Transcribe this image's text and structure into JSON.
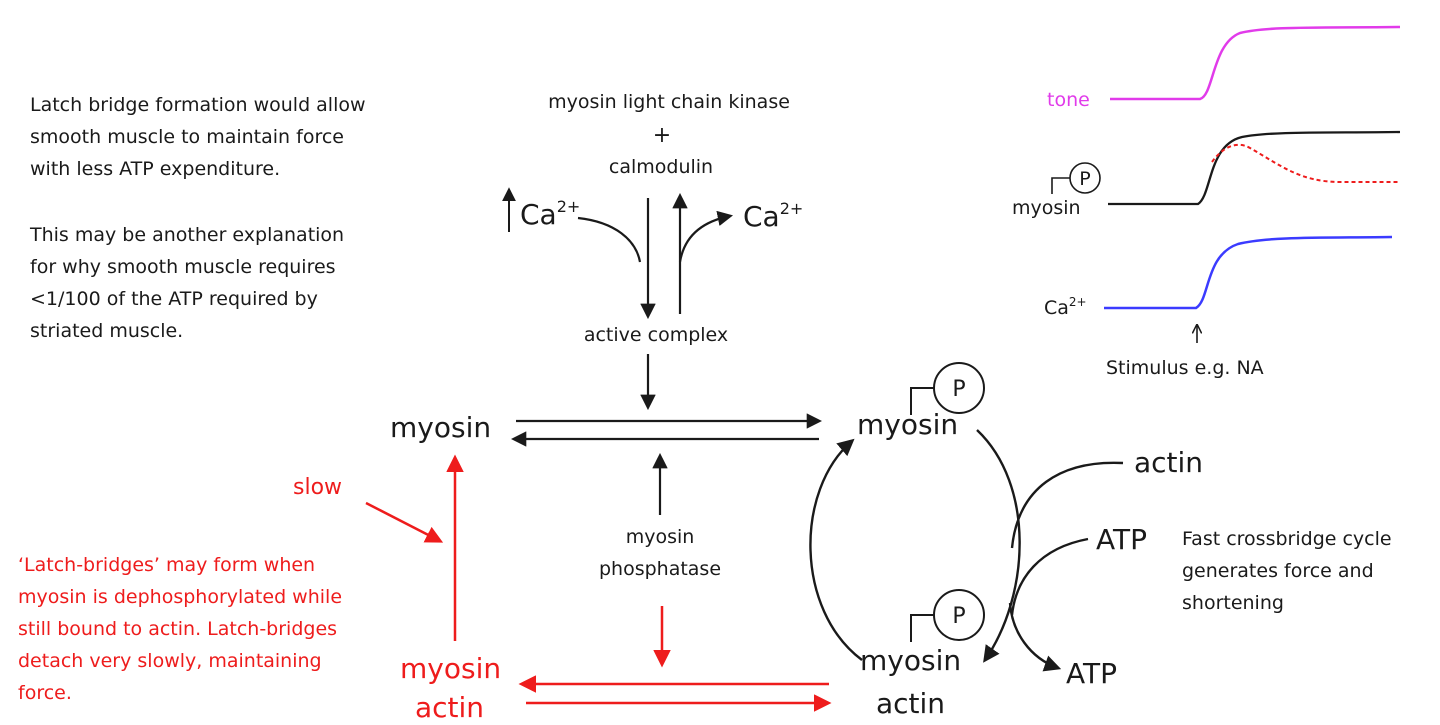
{
  "notes": {
    "latch_1": [
      "Latch bridge formation would allow",
      "smooth muscle to maintain force",
      "with less ATP expenditure."
    ],
    "latch_2": [
      "This may be another explanation",
      "for why smooth muscle requires",
      "<1/100 of the ATP required by",
      "striated muscle."
    ],
    "latch_bridges_red": [
      "‘Latch-bridges’ may form when",
      "myosin is dephosphorylated while",
      "still bound to actin. Latch-bridges",
      "detach very slowly, maintaining",
      "force."
    ],
    "fast_cycle": [
      "Fast crossbridge cycle",
      "generates force and",
      "shortening"
    ]
  },
  "center": {
    "mlck": "myosin light chain kinase",
    "plus": "+",
    "calmodulin": "calmodulin",
    "ca_in": "Ca",
    "ca_out": "Ca",
    "ca_sup": "2+",
    "active_complex": "active complex",
    "myosin_phosphatase_1": "myosin",
    "myosin_phosphatase_2": "phosphatase"
  },
  "nodes": {
    "myosin": "myosin",
    "myosin_p": "myosin",
    "p_label": "P",
    "actin_free": "actin",
    "atp_in": "ATP",
    "atp_out": "ATP",
    "myosin_p_actin_1": "myosin",
    "myosin_p_actin_2": "actin",
    "latch_myosin": "myosin",
    "latch_actin": "actin",
    "slow": "slow"
  },
  "traces": {
    "tone": "tone",
    "myosin": "myosin",
    "ca": "Ca",
    "ca_sup": "2+",
    "p_label": "P",
    "stimulus": "Stimulus e.g. NA"
  },
  "colors": {
    "text": "#1a1a1a",
    "red": "#ee1c1c",
    "tone": "#e13bea",
    "ca_trace": "#3b3bff"
  }
}
